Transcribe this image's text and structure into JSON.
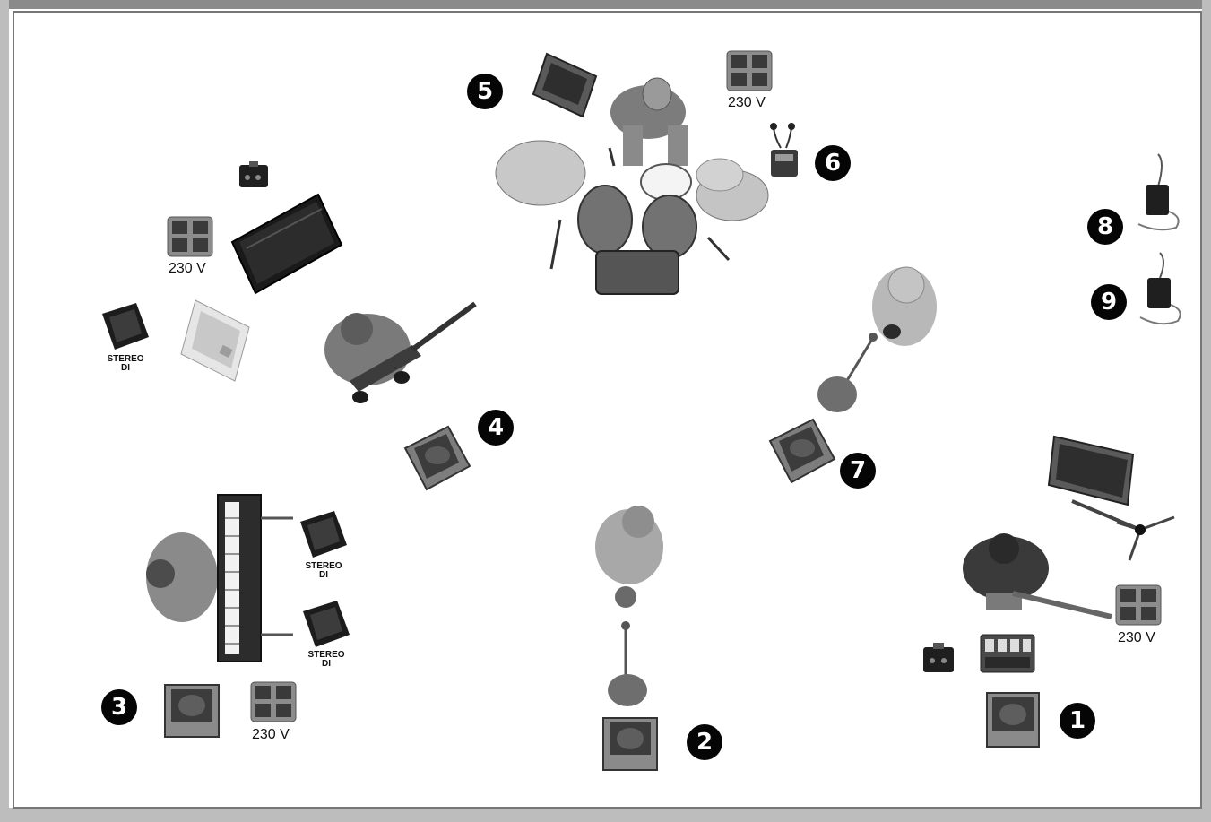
{
  "positions": [
    {
      "number": "1",
      "description": "Guitarist, floor wedge"
    },
    {
      "number": "2",
      "description": "Lead vocal, floor wedge"
    },
    {
      "number": "3",
      "description": "Keyboards, floor wedge"
    },
    {
      "number": "4",
      "description": "Guitarist, floor wedge"
    },
    {
      "number": "5",
      "description": "Drums, drum fill"
    },
    {
      "number": "6",
      "description": "Drums, in-ear monitor"
    },
    {
      "number": "7",
      "description": "Backing vocal, floor wedge"
    },
    {
      "number": "8",
      "description": "Wireless in-ear pack"
    },
    {
      "number": "9",
      "description": "Wireless in-ear pack"
    }
  ],
  "power_label": "230 V",
  "di_label": {
    "line1": "STEREO",
    "line2": "DI"
  },
  "colors": {
    "badge": "#050505",
    "equipment_dark": "#2a2a2a",
    "equipment_mid": "#6e6e6e",
    "frame": "#bdbdbd"
  }
}
